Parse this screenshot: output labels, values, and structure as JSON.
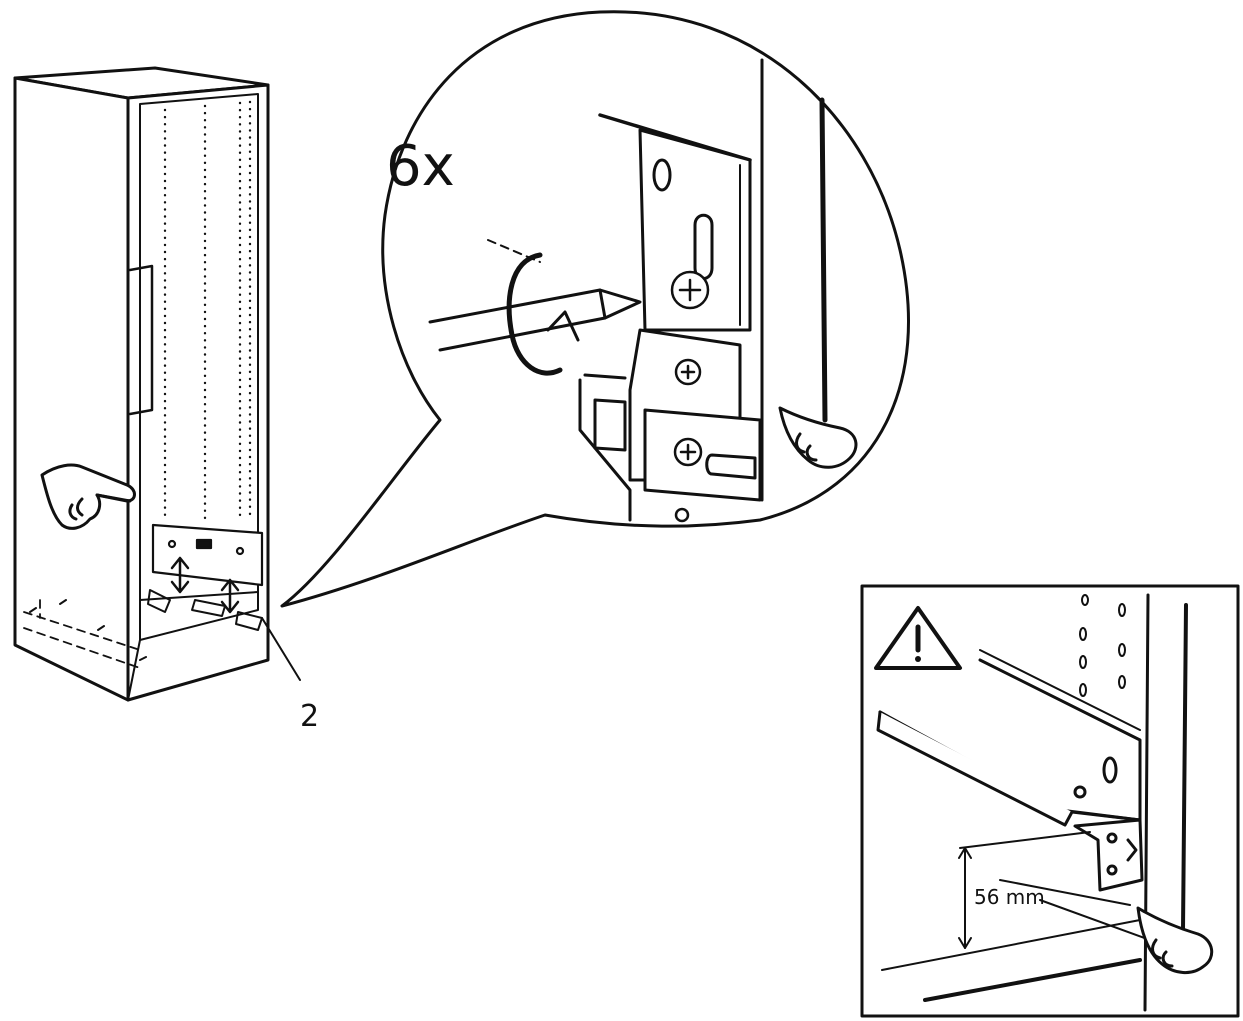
{
  "labels": {
    "quantity": "6x",
    "callout_number": "2",
    "measurement": "56 mm"
  },
  "icons": {
    "warning": "warning-triangle-icon",
    "pointing_hand": "pointing-hand-icon",
    "screwdriver": "screwdriver-icon",
    "screw": "phillips-screw-icon",
    "rotation": "rotate-clockwise-arrow-icon"
  },
  "colors": {
    "line": "#111111",
    "background": "#ffffff"
  }
}
